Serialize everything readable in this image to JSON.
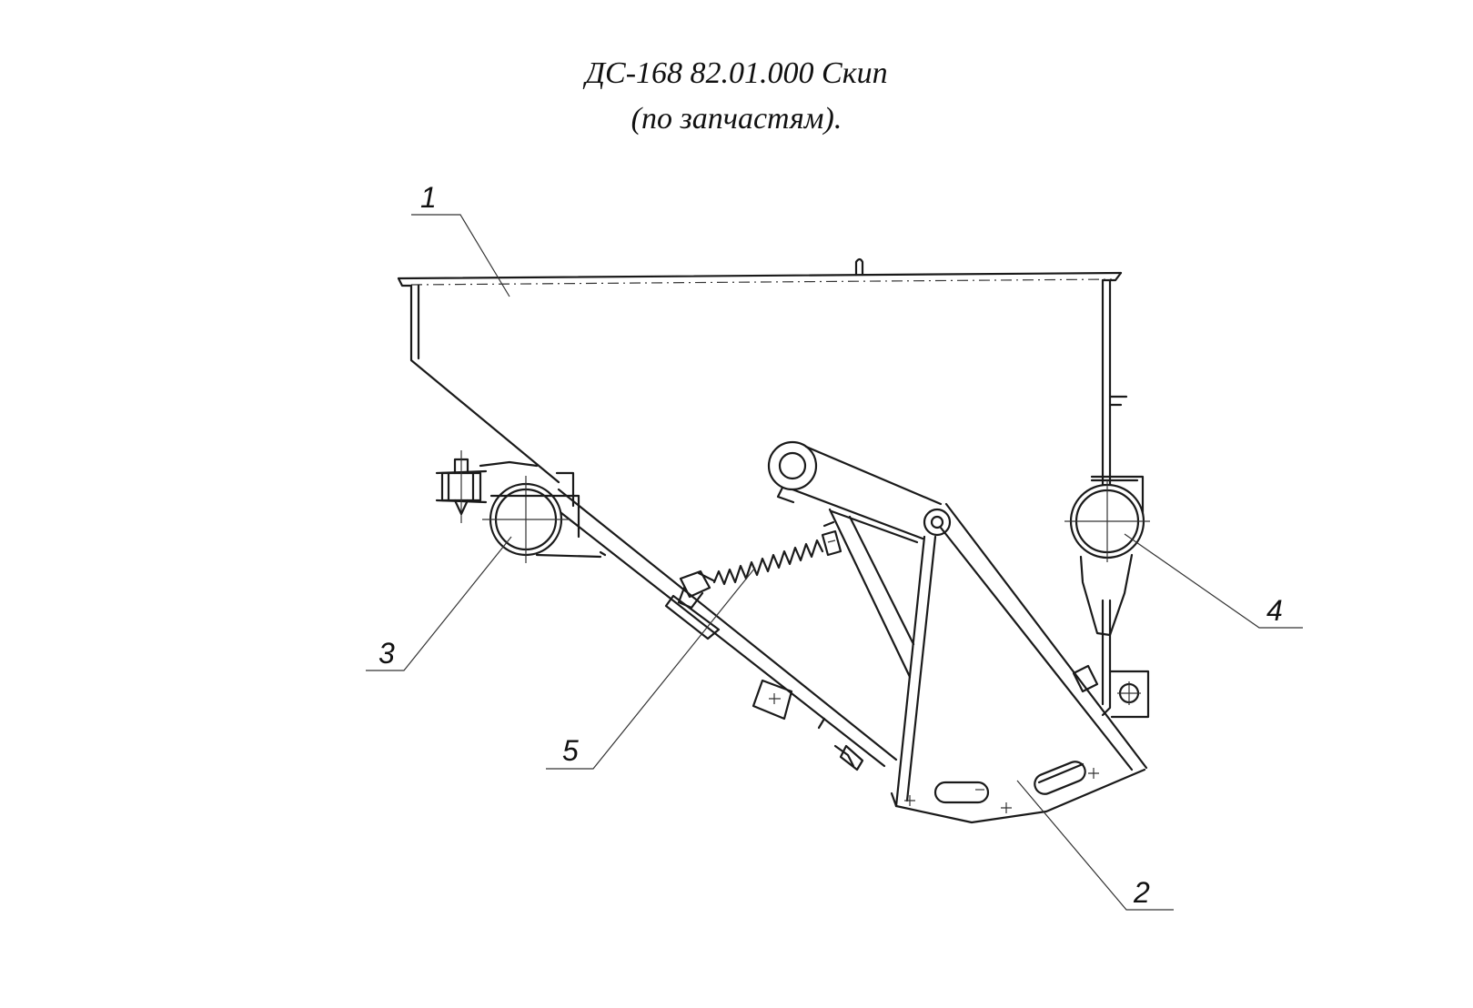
{
  "title": {
    "line1": "ДС-168 82.01.000 Скип",
    "line2": "(по запчастям)."
  },
  "callouts": [
    {
      "id": "1",
      "label": "1"
    },
    {
      "id": "2",
      "label": "2"
    },
    {
      "id": "3",
      "label": "3"
    },
    {
      "id": "4",
      "label": "4"
    },
    {
      "id": "5",
      "label": "5"
    }
  ],
  "colors": {
    "line": "#1a1a1a",
    "background": "#ffffff"
  }
}
